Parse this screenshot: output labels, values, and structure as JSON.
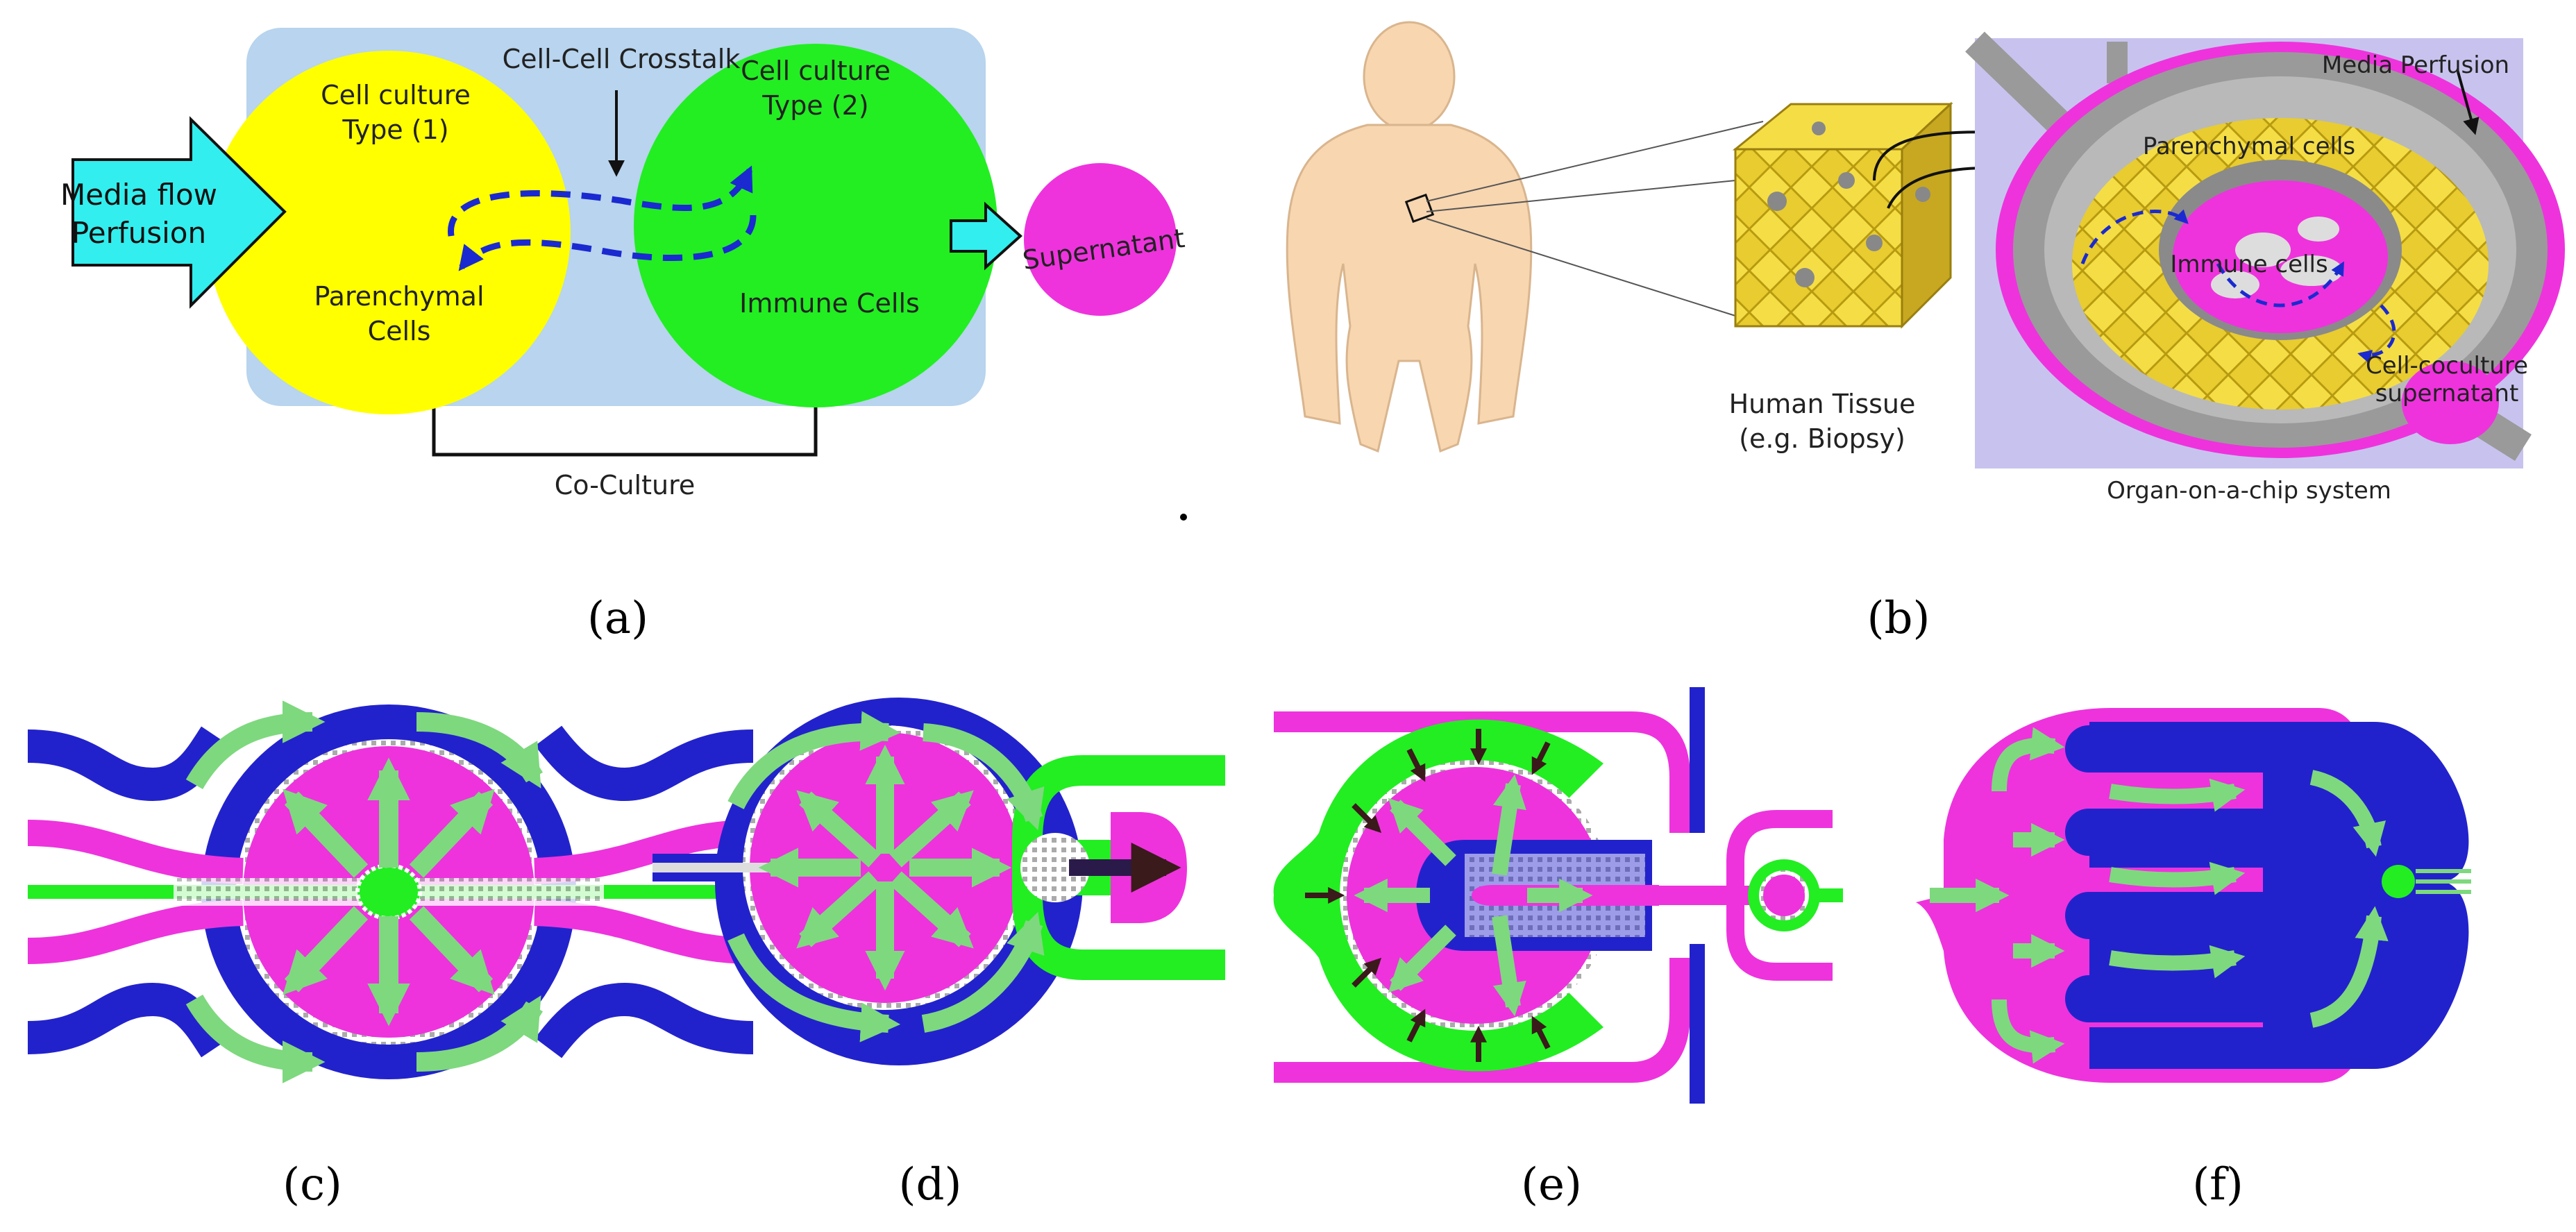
{
  "panel_a": {
    "caption": "(a)",
    "media_in_line1": "Media flow",
    "media_in_line2": "Perfusion",
    "crosstalk": "Cell-Cell Crosstalk",
    "type1_line1": "Cell culture",
    "type1_line2": "Type (1)",
    "type2_line1": "Cell culture",
    "type2_line2": "Type (2)",
    "parenchymal_line1": "Parenchymal",
    "parenchymal_line2": "Cells",
    "immune": "Immune Cells",
    "supernatant": "Supernatant",
    "coculture": "Co-Culture"
  },
  "panel_b": {
    "caption": "(b)",
    "tissue_line1": "Human Tissue",
    "tissue_line2": "(e.g. Biopsy)",
    "media_perfusion": "Media Perfusion",
    "parenchymal": "Parenchymal cells",
    "immune": "Immune cells",
    "coculture_line1": "Cell-coculture",
    "coculture_line2": "supernatant",
    "system": "Organ-on-a-chip system"
  },
  "panel_c": {
    "caption": "(c)"
  },
  "panel_d": {
    "caption": "(d)"
  },
  "panel_e": {
    "caption": "(e)"
  },
  "panel_f": {
    "caption": "(f)"
  },
  "colors": {
    "yellow": "#ffff00",
    "green": "#22ee22",
    "magenta": "#ee33dd",
    "blue": "#2222cc",
    "cyan": "#33eeee",
    "light_blue_bg": "#b8d4ee",
    "arrow_green": "#7ed87e",
    "chip_purple": "#c7c3ee"
  }
}
